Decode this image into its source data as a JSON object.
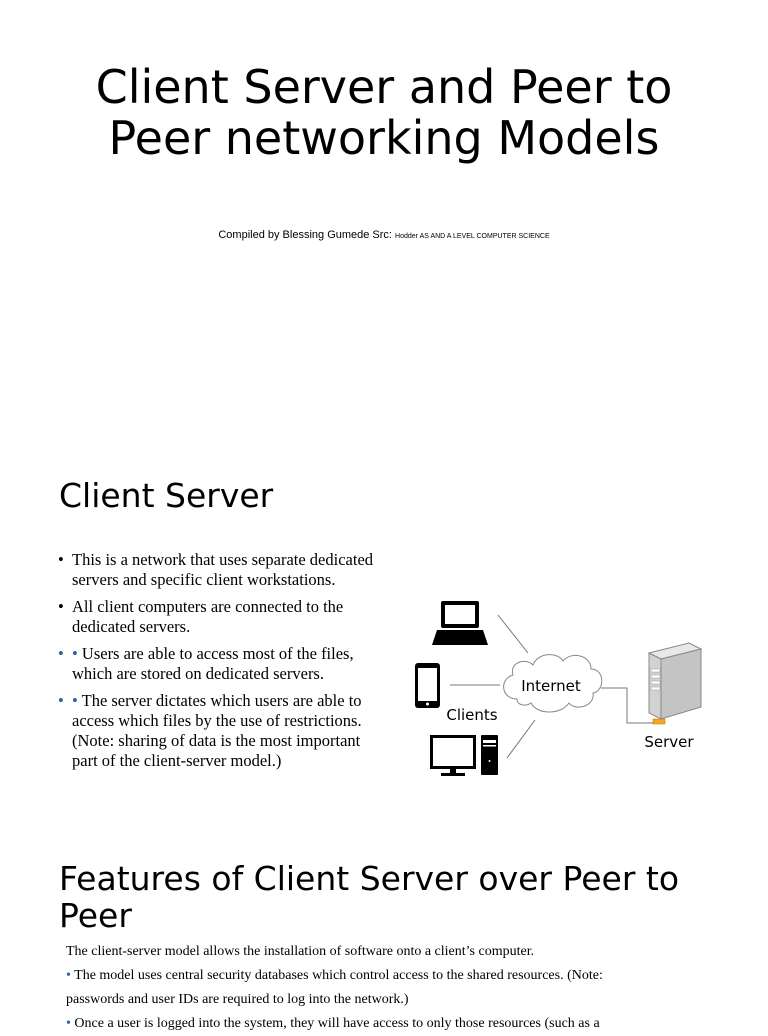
{
  "title": "Client Server and Peer to Peer networking Models",
  "subtitle": {
    "main": "Compiled by Blessing Gumede Src: ",
    "source": "Hodder AS AND A LEVEL COMPUTER SCIENCE"
  },
  "client_server": {
    "heading": "Client Server",
    "bullets": [
      "This is a network that uses separate dedicated servers and specific client workstations.",
      "All client computers are connected to the dedicated servers.",
      "Users are able to access most of the files, which are stored on dedicated servers.",
      "The server dictates which users are able to access which files by the use of restrictions. (Note: sharing of data is the most important part of the client-server model.)"
    ],
    "diagram": {
      "internet_label": "Internet",
      "clients_label": "Clients",
      "server_label": "Server"
    }
  },
  "features": {
    "heading": "Features of Client Server over Peer to Peer",
    "lines": [
      "The client-server model allows the installation of software onto a client’s computer.",
      "The model uses central security databases which control access to the shared resources. (Note: passwords and user IDs are required to log into the network.)",
      "Once a user is logged into the system, they will have access to only those resources (such as a"
    ]
  },
  "colors": {
    "bullet_accent": "#2e5bb0"
  }
}
